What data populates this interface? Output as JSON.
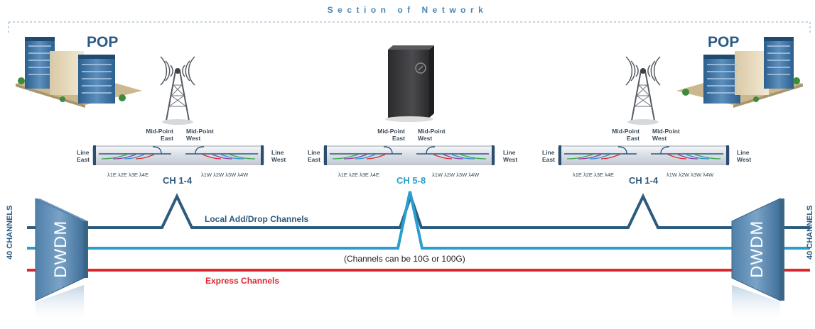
{
  "section_title": "Section of Network",
  "pop_labels": [
    "POP",
    "POP"
  ],
  "nodes": [
    {
      "channel_label": "CH 1-4",
      "channel_color": "#2d5b7e",
      "has_tower": true
    },
    {
      "channel_label": "CH 5-8",
      "channel_color": "#2a9fcf",
      "has_tower": false
    },
    {
      "channel_label": "CH 1-4",
      "channel_color": "#2d5b7e",
      "has_tower": true
    }
  ],
  "node_labels": {
    "mid_point_east": "Mid-Point East",
    "mid_point_west": "Mid-Point West",
    "mid_point_east_l1": "Mid-Point",
    "mid_point_east_l2": "East",
    "mid_point_west_l1": "Mid-Point",
    "mid_point_west_l2": "West",
    "line_east_l1": "Line",
    "line_east_l2": "East",
    "line_west_l1": "Line",
    "line_west_l2": "West",
    "east_lambdas": "λ1E  λ2E  λ3E  λ4E",
    "west_lambdas": "λ1W λ2W λ3W λ4W"
  },
  "lines": {
    "local_label": "Local Add/Drop Channels",
    "capacity_note": "(Channels can be 10G or 100G)",
    "express_label": "Express Channels"
  },
  "mux_label": "DWDM",
  "side_label": "40 CHANNELS",
  "colors": {
    "local_line": "#2d5b7e",
    "mid_line": "#2a9fcf",
    "express_line": "#e0262d",
    "lambda_colors": [
      "#3aa64a",
      "#8b3fa3",
      "#2a8fd0",
      "#e0262d"
    ]
  }
}
